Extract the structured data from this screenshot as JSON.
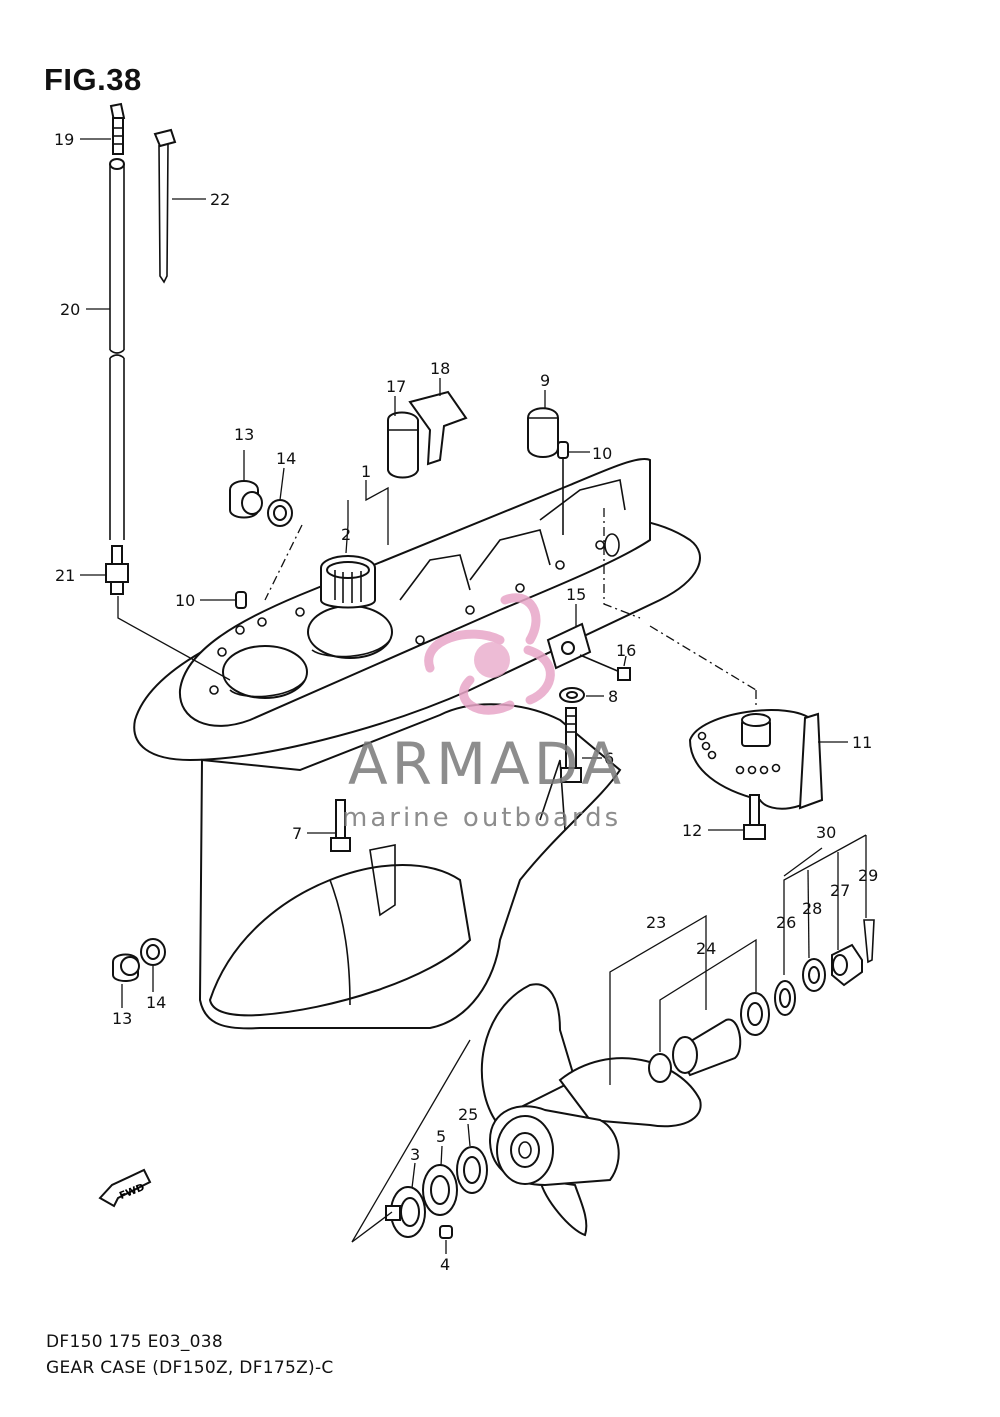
{
  "figure": {
    "title": "FIG.38",
    "caption_line1": "DF150 175 E03_038",
    "caption_line2": "GEAR CASE (DF150Z, DF175Z)-C"
  },
  "watermark": {
    "brand": "ARMADA",
    "tagline": "marine outboards",
    "logo_color": "#e8a6c8",
    "text_color": "#7a7a7a"
  },
  "fwd_badge": "FWD",
  "callouts": {
    "c1": "1",
    "c2": "2",
    "c3": "3",
    "c4": "4",
    "c5": "5",
    "c6": "6",
    "c7": "7",
    "c8": "8",
    "c9": "9",
    "c10a": "10",
    "c10b": "10",
    "c11": "11",
    "c12": "12",
    "c13a": "13",
    "c13b": "13",
    "c14a": "14",
    "c14b": "14",
    "c15": "15",
    "c16": "16",
    "c17": "17",
    "c18": "18",
    "c19": "19",
    "c20": "20",
    "c21": "21",
    "c22": "22",
    "c23": "23",
    "c24": "24",
    "c25": "25",
    "c26": "26",
    "c27": "27",
    "c28": "28",
    "c29": "29",
    "c30": "30"
  }
}
